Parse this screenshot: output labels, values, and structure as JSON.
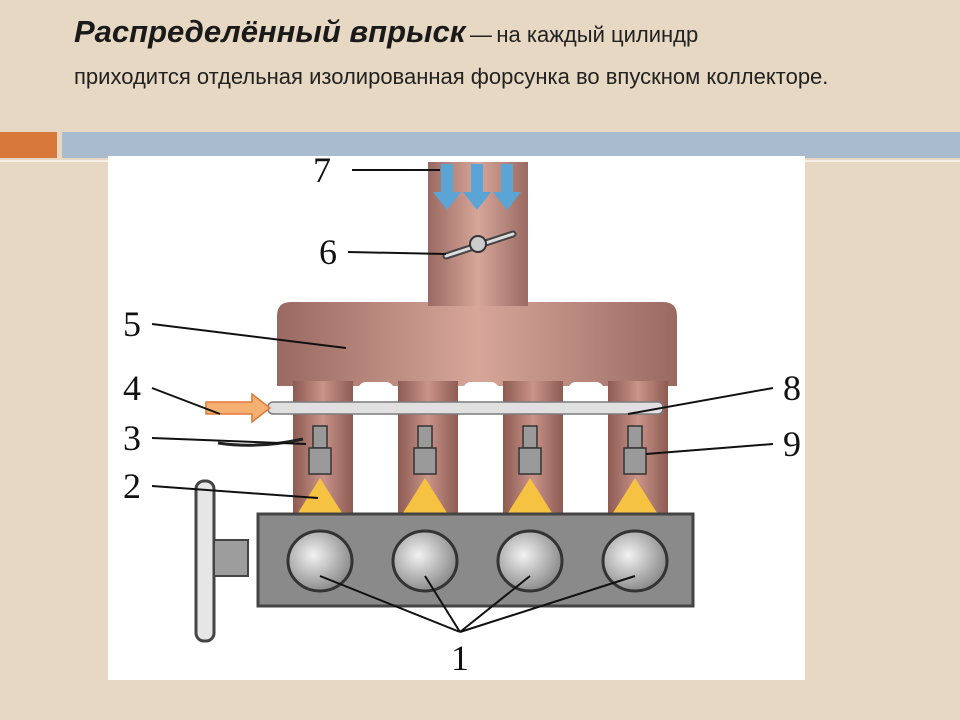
{
  "slide": {
    "title_bold": "Распределённый впрыск",
    "title_dash": "—",
    "title_rest": "на каждый цилиндр",
    "title_line2": "приходится отдельная изолированная форсунка во впускном коллекторе."
  },
  "diagram": {
    "labels": [
      "1",
      "2",
      "3",
      "4",
      "5",
      "6",
      "7",
      "8",
      "9"
    ]
  },
  "colors": {
    "background": "#e6d8c3",
    "accent_orange": "#d8783a",
    "accent_blue": "#a9bccf",
    "manifold": "#b98074",
    "engine_block": "#8a8a8a",
    "spray": "#f6c242",
    "airflow_arrow": "#5aa4d6"
  }
}
